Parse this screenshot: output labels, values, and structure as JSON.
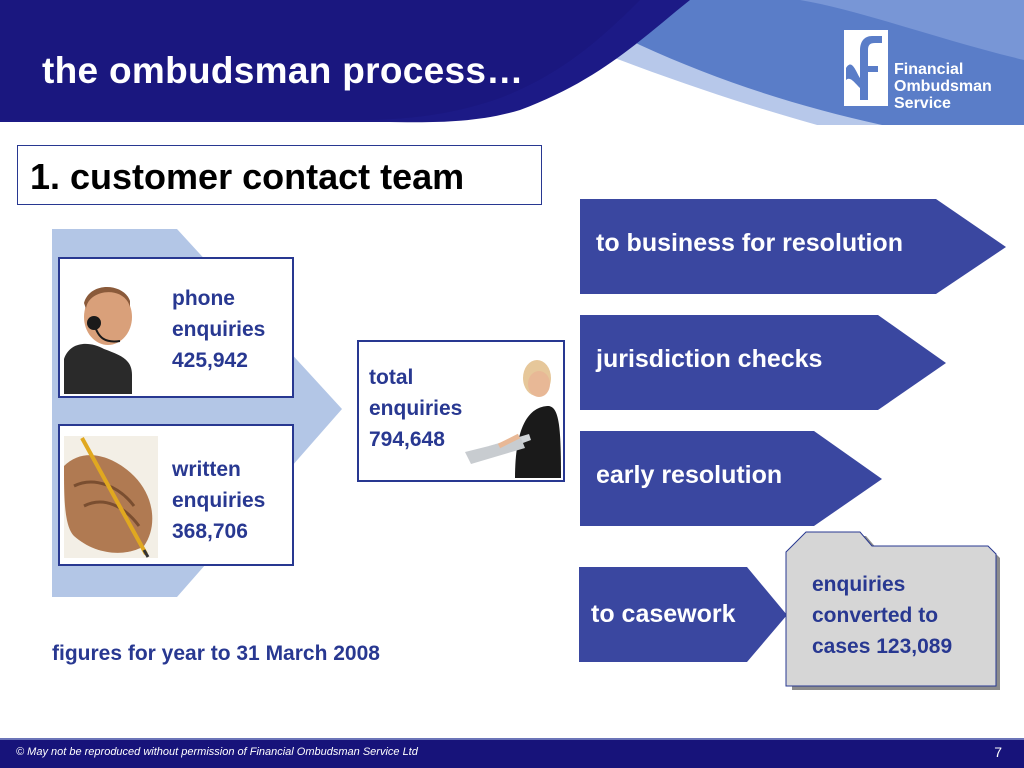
{
  "header": {
    "title": "the ombudsman process…",
    "logo_icon": "financial-ombudsman-f-mark",
    "logo_lines": [
      "Financial",
      "Ombudsman",
      "Service"
    ]
  },
  "section": {
    "title": "1.  customer contact team"
  },
  "sources": [
    {
      "line1": "phone",
      "line2": "enquiries",
      "value": "425,942",
      "icon": "headset-operator-photo"
    },
    {
      "line1": "written",
      "line2": "enquiries",
      "value": "368,706",
      "icon": "hand-writing-photo"
    }
  ],
  "total": {
    "line1": "total",
    "line2": "enquiries",
    "value": "794,648",
    "icon": "office-worker-photo"
  },
  "outcomes": [
    {
      "label": "to business for resolution"
    },
    {
      "label": "jurisdiction checks"
    },
    {
      "label": "early resolution"
    },
    {
      "label": "to casework"
    }
  ],
  "folder": {
    "lines": [
      "enquiries",
      "converted to",
      "cases 123,089"
    ]
  },
  "note": "figures for year to 31 March 2008",
  "footer": {
    "copyright": "© May not be reproduced without permission of Financial Ombudsman Service Ltd",
    "page_number": "7"
  },
  "colors": {
    "navy": "#1c1a86",
    "accent": "#283891",
    "arrow_fill": "#3a47a0",
    "light_blue": "#b3c6e6",
    "sky": "#6f8fd0"
  }
}
